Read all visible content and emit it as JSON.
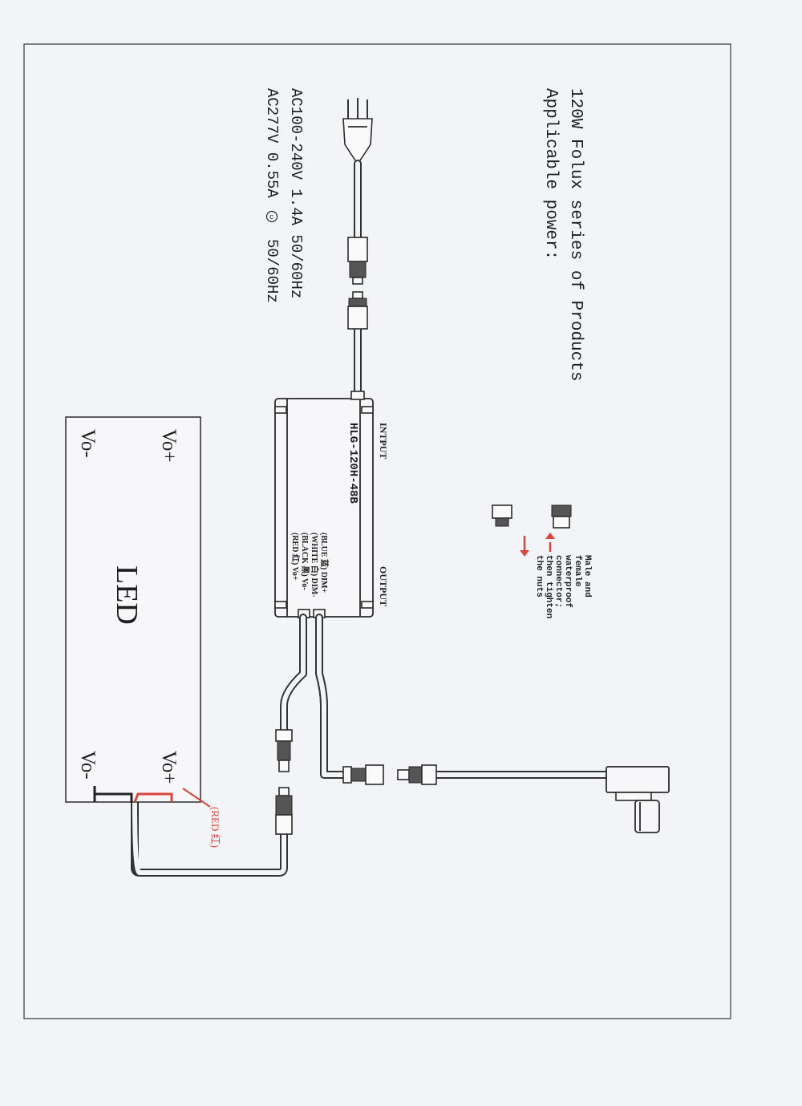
{
  "header": {
    "line1": "Applicable power:",
    "line2": "120W Folux series of Products"
  },
  "ratings": {
    "line1": "AC100-240V  1.4A  50/60Hz",
    "line2a": "AC277V  0.55A",
    "mark": "c",
    "line2b": " 50/60Hz"
  },
  "note": {
    "lines": [
      "Male and",
      "female",
      "waterproof",
      "connector;",
      "then tighten",
      "the nuts"
    ],
    "arrow_color": "#d9463b"
  },
  "driver": {
    "input_label": "INTPUT",
    "output_label": "OUTPUT",
    "model": "HLG-120H-48B",
    "wires": [
      "(BLUE 蓝) DIM+",
      "(WHITE 白) DIM-",
      "(BLACK 黑) Vo-",
      "(RED 红) Vo+"
    ]
  },
  "led": {
    "title": "LED",
    "left_pos": "Vo+",
    "left_neg": "Vo-",
    "right_pos": "Vo+",
    "right_neg": "Vo-"
  },
  "red_label": "(RED 红)",
  "colors": {
    "ink": "#2a2a2a",
    "red": "#d9463b",
    "paper": "#f3f4f8"
  }
}
